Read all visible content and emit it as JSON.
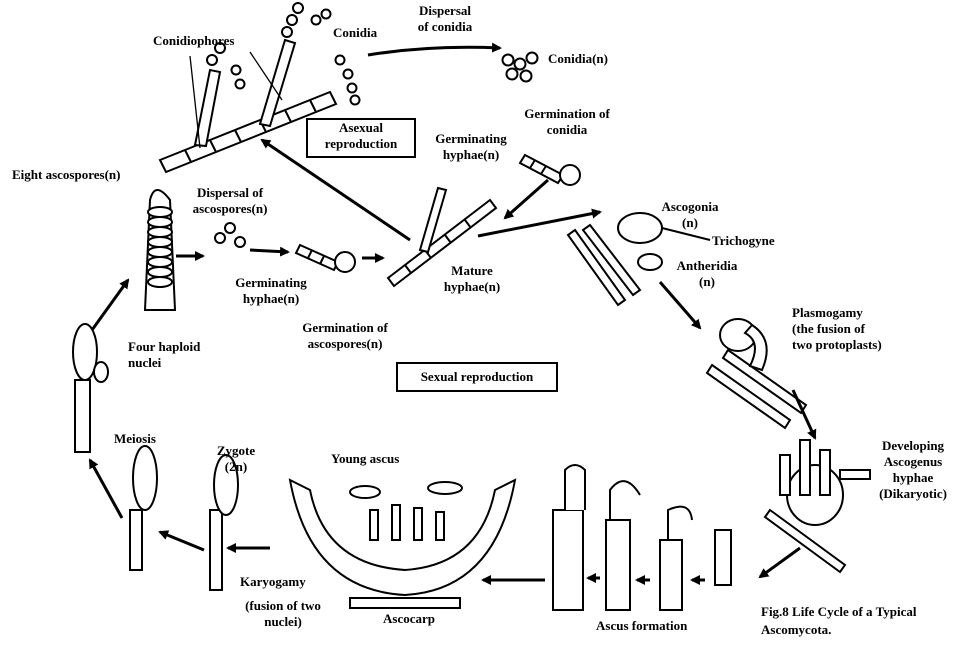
{
  "labels": {
    "conidiophores": "Conidiophores",
    "conidia_top": "Conidia",
    "dispersal_conidia_1": "Dispersal",
    "dispersal_conidia_2": "of conidia",
    "conidia_n": "Conidia(n)",
    "germination_conidia_1": "Germination of",
    "germination_conidia_2": "conidia",
    "germinating_hyphae_top_1": "Germinating",
    "germinating_hyphae_top_2": "hyphae(n)",
    "eight_ascospores": "Eight ascospores(n)",
    "dispersal_ascospores_1": "Dispersal of",
    "dispersal_ascospores_2": "ascospores(n)",
    "germinating_hyphae_mid_1": "Germinating",
    "germinating_hyphae_mid_2": "hyphae(n)",
    "germination_ascospores_1": "Germination of",
    "germination_ascospores_2": "ascospores(n)",
    "mature_hyphae_1": "Mature",
    "mature_hyphae_2": "hyphae(n)",
    "ascogonia_1": "Ascogonia",
    "ascogonia_2": "(n)",
    "trichogyne": "Trichogyne",
    "antheridia_1": "Antheridia",
    "antheridia_2": "(n)",
    "plasmogamy_1": "Plasmogamy",
    "plasmogamy_2": "(the fusion of",
    "plasmogamy_3": "two protoplasts)",
    "four_haploid_1": "Four haploid",
    "four_haploid_2": "nuclei",
    "developing_1": "Developing",
    "developing_2": "Ascogenus",
    "developing_3": "hyphae",
    "developing_4": "(Dikaryotic)",
    "meiosis": "Meiosis",
    "zygote_1": "Zygote",
    "zygote_2": "(2n)",
    "young_ascus": "Young ascus",
    "karyogamy_1": "Karyogamy",
    "karyogamy_2": "(fusion of two",
    "karyogamy_3": "nuclei)",
    "ascocarp": "Ascocarp",
    "ascus_formation": "Ascus formation"
  },
  "boxes": {
    "asexual_1": "Asexual",
    "asexual_2": "reproduction",
    "sexual": "Sexual reproduction"
  },
  "caption": {
    "line1": "Fig.8   Life Cycle of a Typical",
    "line2": "Ascomycota."
  }
}
